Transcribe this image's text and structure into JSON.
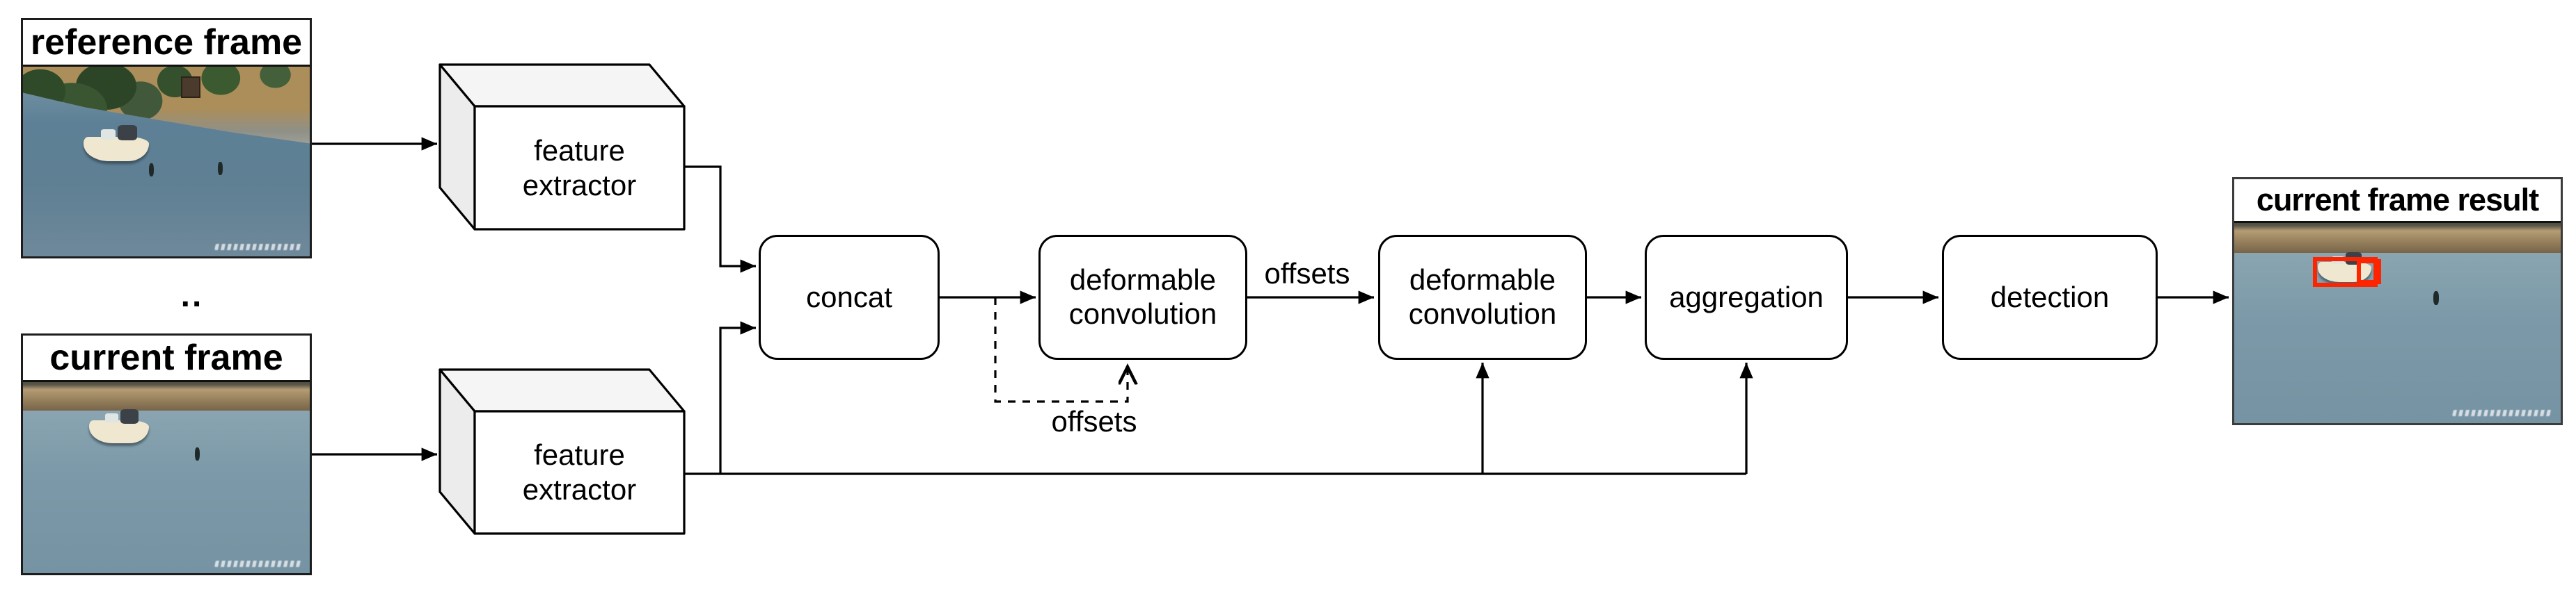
{
  "colors": {
    "line": "#000000",
    "node-border": "#000000",
    "node-fill": "#ffffff",
    "cube-top": "#f5f5f5",
    "cube-side": "#ececec",
    "detection-red": "#fe2400"
  },
  "frames": {
    "reference": {
      "label": "reference frame"
    },
    "current": {
      "label": "current frame"
    },
    "result": {
      "label": "current frame result"
    }
  },
  "ellipsis": "..",
  "nodes": {
    "feature_extractor_top": {
      "label": "feature\nextractor"
    },
    "feature_extractor_bottom": {
      "label": "feature\nextractor"
    },
    "concat": {
      "label": "concat"
    },
    "deformable_convolution_1": {
      "label": "deformable\nconvolution"
    },
    "deformable_convolution_2": {
      "label": "deformable\nconvolution"
    },
    "aggregation": {
      "label": "aggregation"
    },
    "detection": {
      "label": "detection"
    }
  },
  "edge_labels": {
    "offsets_feedback": "offsets",
    "offsets_forward": "offsets"
  }
}
